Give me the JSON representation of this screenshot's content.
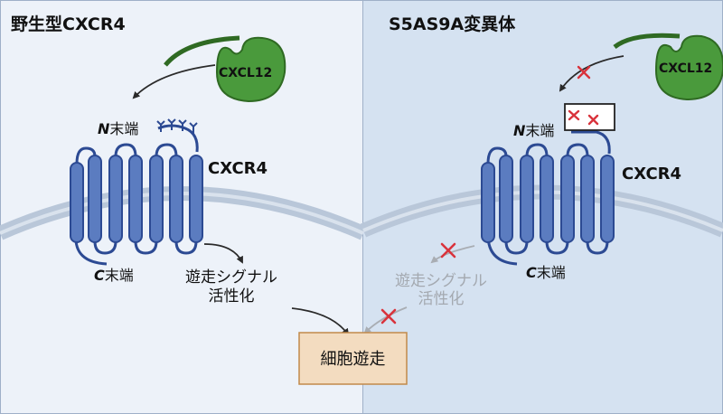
{
  "left_panel": {
    "title_prefix": "野生型",
    "title_bold": "CXCR4",
    "ligand": "CXCL12",
    "n_term_letter": "N",
    "n_term_suffix": "末端",
    "receptor": "CXCR4",
    "c_term_letter": "C",
    "c_term_suffix": "末端",
    "signal_line1": "遊走シグナル",
    "signal_line2": "活性化"
  },
  "right_panel": {
    "title": "S5AS9A変異体",
    "ligand": "CXCL12",
    "n_term_letter": "N",
    "n_term_suffix": "末端",
    "receptor": "CXCR4",
    "c_term_letter": "C",
    "c_term_suffix": "末端",
    "signal_line1": "遊走シグナル",
    "signal_line2": "活性化"
  },
  "outcome": "細胞遊走",
  "colors": {
    "left_bg": "#edf2f9",
    "right_bg": "#d5e2f1",
    "receptor_fill": "#5b7cc0",
    "receptor_stroke": "#2c4a93",
    "ligand_fill": "#4a9a3c",
    "membrane": "#b9c7d9",
    "cross": "#d9333c",
    "box_fill": "#f3dcc0",
    "box_stroke": "#c18a4a"
  },
  "icons": {
    "cross": "x-mark-icon",
    "glycan": "glycosylation-icon"
  }
}
